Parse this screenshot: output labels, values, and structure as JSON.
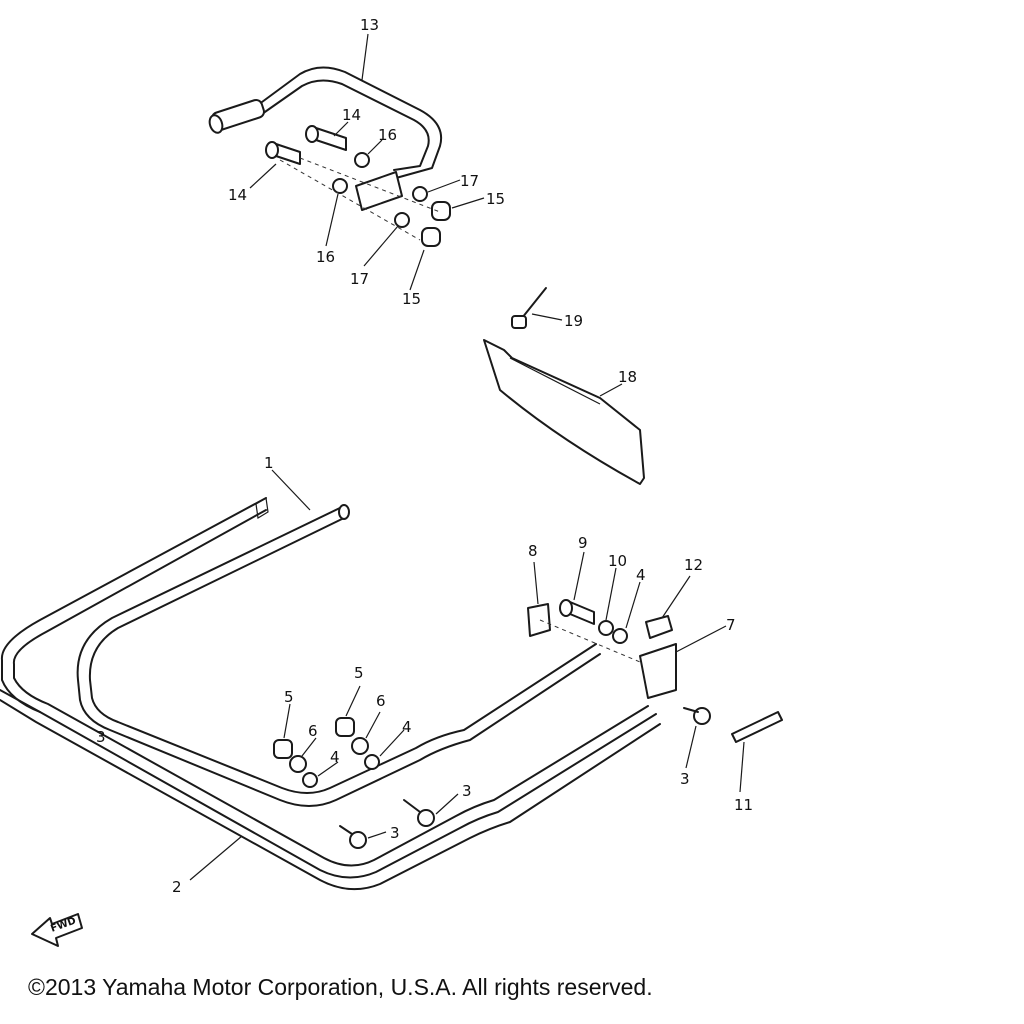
{
  "callouts": {
    "c1": "1",
    "c2": "2",
    "c3a": "3",
    "c3b": "3",
    "c3c": "3",
    "c3d": "3",
    "c4a": "4",
    "c4b": "4",
    "c4c": "4",
    "c5a": "5",
    "c5b": "5",
    "c6a": "6",
    "c6b": "6",
    "c7": "7",
    "c8": "8",
    "c9": "9",
    "c10": "10",
    "c11": "11",
    "c12": "12",
    "c13": "13",
    "c14a": "14",
    "c14b": "14",
    "c15a": "15",
    "c15b": "15",
    "c16a": "16",
    "c16b": "16",
    "c17a": "17",
    "c17b": "17",
    "c18": "18",
    "c19": "19"
  },
  "fwd_label": "FWD",
  "copyright": "©2013 Yamaha Motor Corporation, U.S.A. All rights reserved."
}
